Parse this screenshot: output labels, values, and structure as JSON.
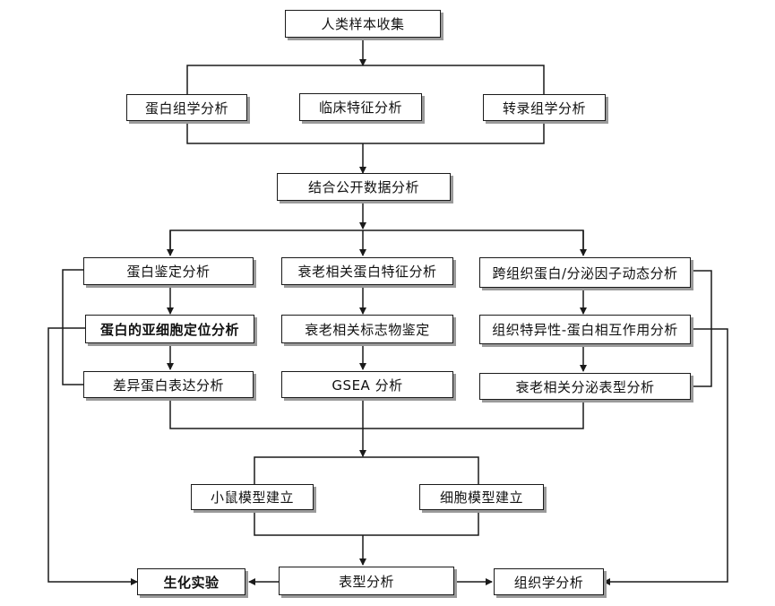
{
  "nodes": {
    "sample_collection": "人类样本收集",
    "proteomics": "蛋白组学分析",
    "clinical": "临床特征分析",
    "transcriptomics": "转录组学分析",
    "public_data": "结合公开数据分析",
    "protein_id": "蛋白鉴定分析",
    "subcellular": "蛋白的亚细胞定位分析",
    "diff_expr": "差异蛋白表达分析",
    "aging_protein": "衰老相关蛋白特征分析",
    "aging_marker": "衰老相关标志物鉴定",
    "gsea": "GSEA 分析",
    "cross_tissue": "跨组织蛋白/分泌因子动态分析",
    "tissue_specific": "组织特异性-蛋白相互作用分析",
    "secretory": "衰老相关分泌表型分析",
    "mouse_model": "小鼠模型建立",
    "cell_model": "细胞模型建立",
    "biochem": "生化实验",
    "phenotype": "表型分析",
    "histology": "组织学分析"
  }
}
